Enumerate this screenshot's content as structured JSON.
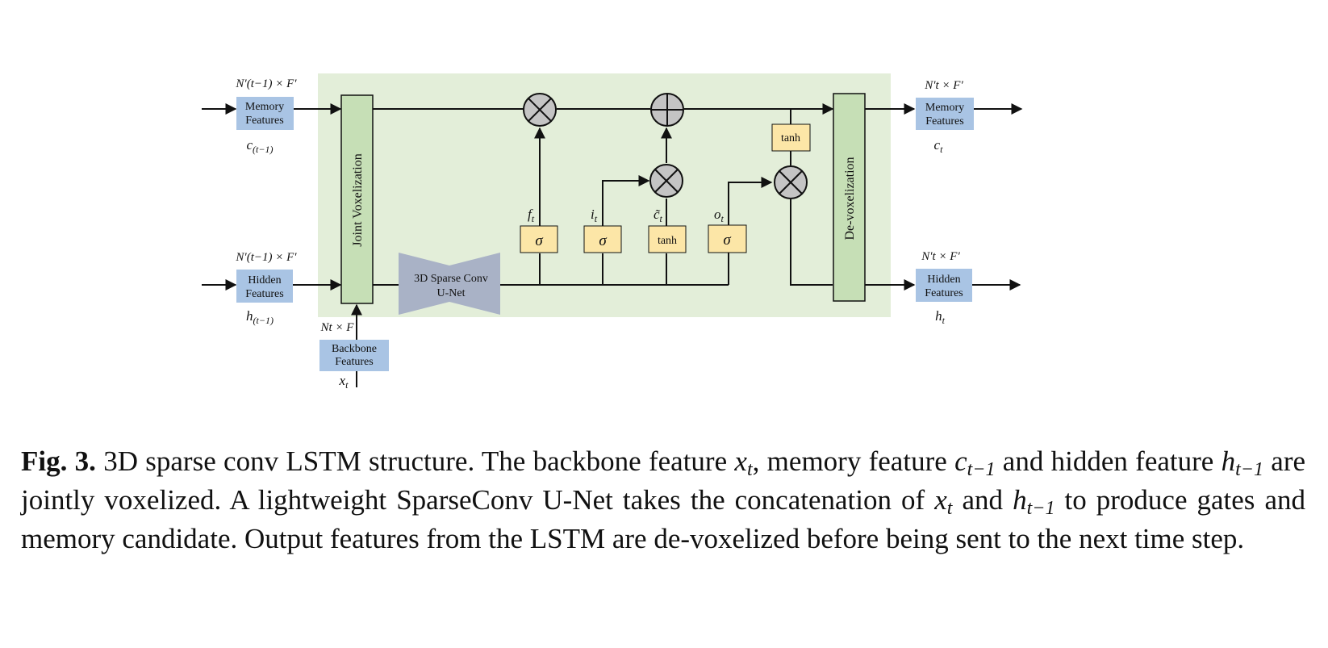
{
  "diagram": {
    "inputs": {
      "memory": {
        "shape": "N′(t−1) × F′",
        "label_line1": "Memory",
        "label_line2": "Features",
        "symbol": "c",
        "symbol_sub": "(t−1)"
      },
      "hidden": {
        "shape": "N′(t−1) × F′",
        "label_line1": "Hidden",
        "label_line2": "Features",
        "symbol": "h",
        "symbol_sub": "(t−1)"
      },
      "backbone": {
        "shape": "Nt × F",
        "label_line1": "Backbone",
        "label_line2": "Features",
        "symbol": "x",
        "symbol_sub": "t"
      }
    },
    "outputs": {
      "memory": {
        "shape": "N′t × F′",
        "label_line1": "Memory",
        "label_line2": "Features",
        "symbol": "c",
        "symbol_sub": "t"
      },
      "hidden": {
        "shape": "N′t × F′",
        "label_line1": "Hidden",
        "label_line2": "Features",
        "symbol": "h",
        "symbol_sub": "t"
      }
    },
    "joint_voxelization": "Joint Voxelization",
    "de_voxelization": "De-voxelization",
    "unet_line1": "3D Sparse Conv",
    "unet_line2": "U-Net",
    "gates": {
      "forget": {
        "fn": "σ",
        "symbol": "f",
        "sub": "t"
      },
      "input": {
        "fn": "σ",
        "symbol": "i",
        "sub": "t"
      },
      "candidate": {
        "fn": "tanh",
        "symbol": "c̃",
        "sub": "t"
      },
      "output": {
        "fn": "σ",
        "symbol": "o",
        "sub": "t"
      }
    },
    "tanh_out": "tanh",
    "colors": {
      "lstm_background": "#e3eed9",
      "voxel_bar": "#c6dfb6",
      "feature_box": "#a9c4e4",
      "gate_box": "#fce6a7",
      "unet": "#a9b2c6",
      "operator": "#c4c4c4"
    }
  },
  "caption": {
    "label": "Fig. 3.",
    "p1": " 3D sparse conv LSTM structure. The backbone feature ",
    "v1": "x",
    "s1": "t",
    "p2": ", memory feature ",
    "v2": "c",
    "s2": "t−1",
    "p3": " and hidden feature ",
    "v3": "h",
    "s3": "t−1",
    "p4": " are jointly voxelized. A lightweight SparseConv U-Net takes the concatenation of ",
    "v4": "x",
    "s4": "t",
    "p5": " and ",
    "v5": "h",
    "s5": "t−1",
    "p6": " to produce gates and memory candidate. Output features from the LSTM are de-voxelized before being sent to the next time step."
  }
}
